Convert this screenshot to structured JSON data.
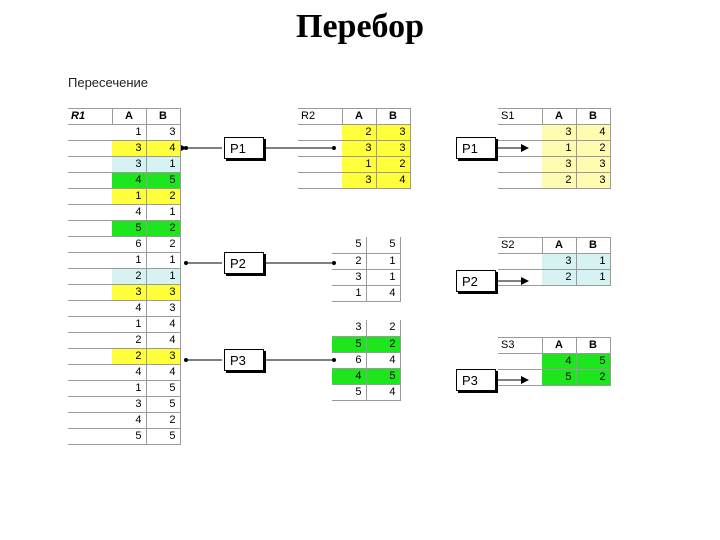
{
  "title": "Перебор",
  "subtitle": "Пересечение",
  "r1": {
    "name": "R1",
    "headers": [
      "A",
      "B"
    ],
    "rows": [
      [
        "1",
        "3"
      ],
      [
        "3",
        "4"
      ],
      [
        "3",
        "1"
      ],
      [
        "4",
        "5"
      ],
      [
        "1",
        "2"
      ],
      [
        "4",
        "1"
      ],
      [
        "5",
        "2"
      ],
      [
        "6",
        "2"
      ],
      [
        "1",
        "1"
      ],
      [
        "2",
        "1"
      ],
      [
        "3",
        "3"
      ],
      [
        "4",
        "3"
      ],
      [
        "1",
        "4"
      ],
      [
        "2",
        "4"
      ],
      [
        "2",
        "3"
      ],
      [
        "4",
        "4"
      ],
      [
        "1",
        "5"
      ],
      [
        "3",
        "5"
      ],
      [
        "4",
        "2"
      ],
      [
        "5",
        "5"
      ]
    ],
    "row_colors": [
      "",
      "y",
      "lb",
      "g",
      "y",
      "",
      "g",
      "",
      "",
      "lb",
      "y",
      "",
      "",
      "",
      "y",
      "",
      "",
      "",
      "",
      ""
    ]
  },
  "r2": {
    "name": "R2",
    "headers": [
      "A",
      "B"
    ],
    "blocks": [
      {
        "rows": [
          [
            "2",
            "3"
          ],
          [
            "3",
            "3"
          ],
          [
            "1",
            "2"
          ],
          [
            "3",
            "4"
          ]
        ],
        "row_colors": [
          "y",
          "y",
          "y",
          "y"
        ]
      },
      {
        "rows": [
          [
            "5",
            "5"
          ],
          [
            "2",
            "1"
          ],
          [
            "3",
            "1"
          ],
          [
            "1",
            "4"
          ]
        ],
        "row_colors": [
          "",
          "",
          "",
          ""
        ]
      },
      {
        "rows": [
          [
            "3",
            "2"
          ],
          [
            "5",
            "2"
          ],
          [
            "6",
            "4"
          ],
          [
            "4",
            "5"
          ],
          [
            "5",
            "4"
          ]
        ],
        "row_colors": [
          "",
          "g",
          "",
          "g",
          ""
        ]
      }
    ]
  },
  "results": [
    {
      "name": "S1",
      "headers": [
        "A",
        "B"
      ],
      "rows": [
        [
          "3",
          "4"
        ],
        [
          "1",
          "2"
        ],
        [
          "3",
          "3"
        ],
        [
          "2",
          "3"
        ]
      ],
      "row_colors": [
        "lyel",
        "lyel",
        "lyel",
        "lyel"
      ]
    },
    {
      "name": "S2",
      "headers": [
        "A",
        "B"
      ],
      "rows": [
        [
          "3",
          "1"
        ],
        [
          "2",
          "1"
        ]
      ],
      "row_colors": [
        "lb",
        "lb"
      ]
    },
    {
      "name": "S3",
      "headers": [
        "A",
        "B"
      ],
      "rows": [
        [
          "4",
          "5"
        ],
        [
          "5",
          "2"
        ]
      ],
      "row_colors": [
        "g",
        "g"
      ]
    }
  ],
  "processes": [
    {
      "label": "P1"
    },
    {
      "label": "P2"
    },
    {
      "label": "P3"
    }
  ],
  "colors": {
    "yellow": "#ffff3c",
    "green": "#1ee61e",
    "light_blue": "#d6f2f2",
    "light_yellow": "#fffbb0"
  }
}
